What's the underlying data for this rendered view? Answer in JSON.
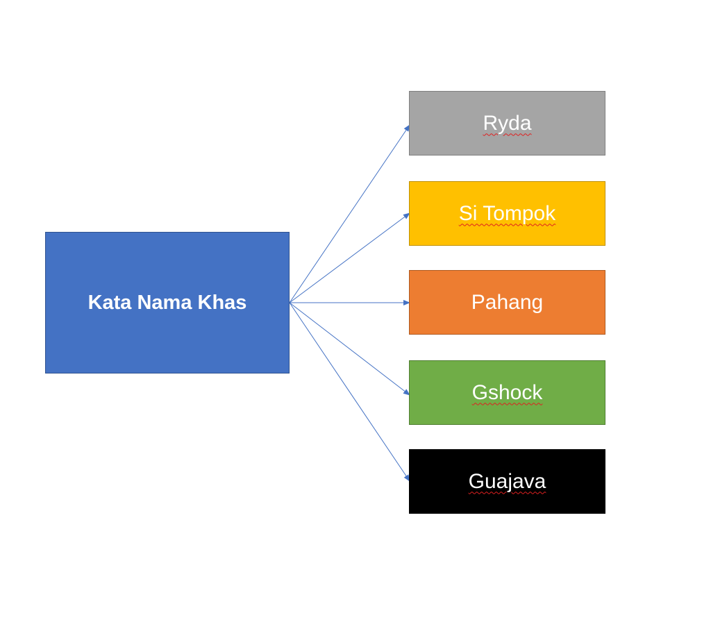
{
  "source": {
    "label": "Kata Nama Khas",
    "color": "#4472c4",
    "border": "#2f528f"
  },
  "targets": [
    {
      "label": "Ryda",
      "color": "#a5a5a5",
      "border": "#7f7f7f",
      "spell_marked": true
    },
    {
      "label": "Si Tompok",
      "color": "#ffc000",
      "border": "#bf9000",
      "spell_marked": true
    },
    {
      "label": "Pahang",
      "color": "#ed7d31",
      "border": "#ae5a21",
      "spell_marked": false
    },
    {
      "label": "Gshock",
      "color": "#70ad47",
      "border": "#507e32",
      "spell_marked": true
    },
    {
      "label": "Guajava",
      "color": "#000000",
      "border": "#000000",
      "spell_marked": true
    }
  ],
  "arrow_color": "#4472c4"
}
